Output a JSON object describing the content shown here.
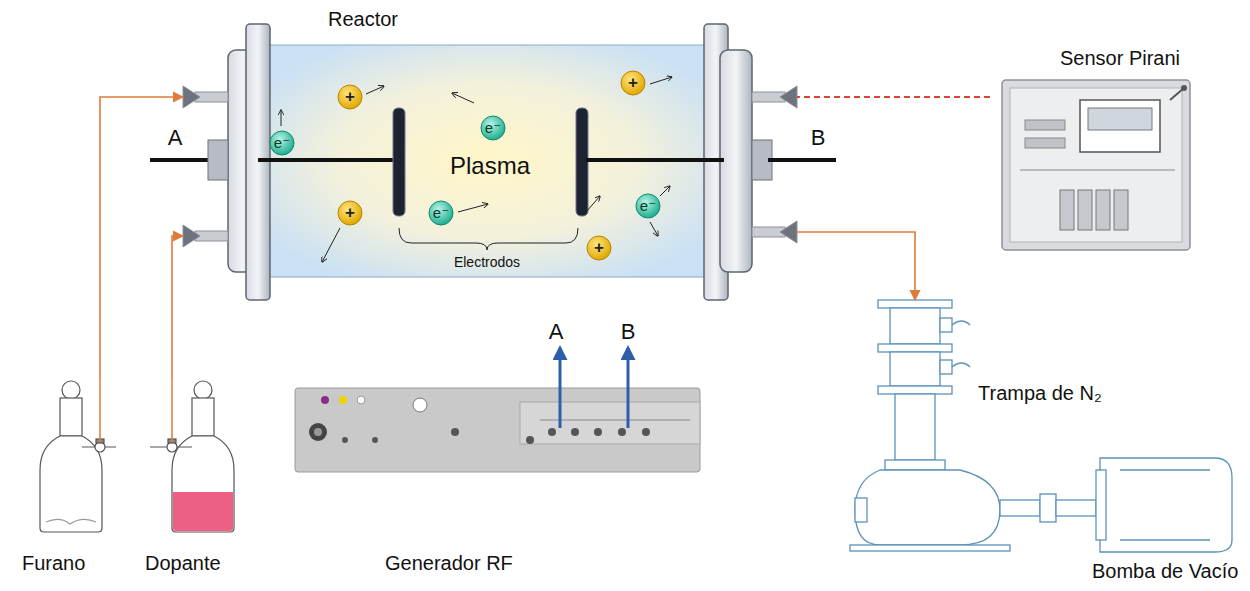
{
  "diagram": {
    "nodes": [
      {
        "text": [
          "Reactor"
        ]
      },
      {
        "text": [
          "Sensor Pirani"
        ]
      },
      {
        "text": [
          "Furano"
        ]
      },
      {
        "text": [
          "Dopante"
        ]
      },
      {
        "text": [
          "Generador RF"
        ]
      },
      {
        "text": [
          "Trampa de N₂"
        ]
      },
      {
        "text": [
          "Bomba de Vacío"
        ]
      }
    ],
    "edges": [
      {
        "from": 2,
        "to": 0,
        "arrow": "to"
      },
      {
        "from": 3,
        "to": 0,
        "arrow": "to"
      },
      {
        "from": 0,
        "to": 5,
        "arrow": "to"
      },
      {
        "from": 1,
        "to": 0,
        "arrow": "none"
      }
    ],
    "labels": [
      "A",
      "B",
      "Plasma",
      "e⁻",
      "e⁻",
      "e⁻",
      "e⁻",
      "+",
      "+",
      "+",
      "+",
      "Electrodos",
      "A",
      "B"
    ]
  }
}
